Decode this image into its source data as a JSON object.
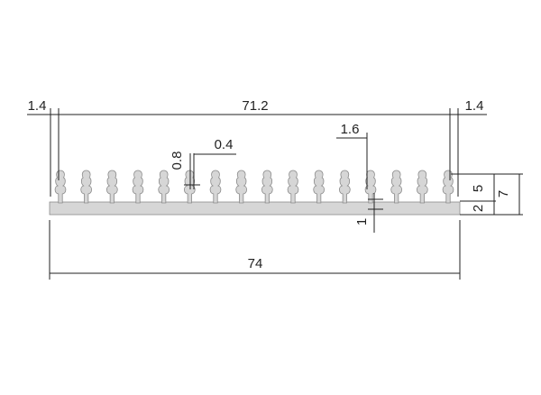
{
  "drawing": {
    "type": "heatsink-profile",
    "fin_count": 16,
    "labels": {
      "left_margin": "1.4",
      "fin_span": "71.2",
      "right_margin": "1.4",
      "fin_pitch": "1.6",
      "fin_gap_top": "0.8",
      "fin_thickness": "0.4",
      "fin_height": "5",
      "total_height": "7",
      "base_thickness": "2",
      "fin_root": "1",
      "total_width": "74"
    },
    "dimensions_mm": {
      "total_width": 74,
      "fin_span": 71.2,
      "edge_margin": 1.4,
      "total_height": 7,
      "fin_height": 5,
      "base_thickness": 2
    }
  }
}
